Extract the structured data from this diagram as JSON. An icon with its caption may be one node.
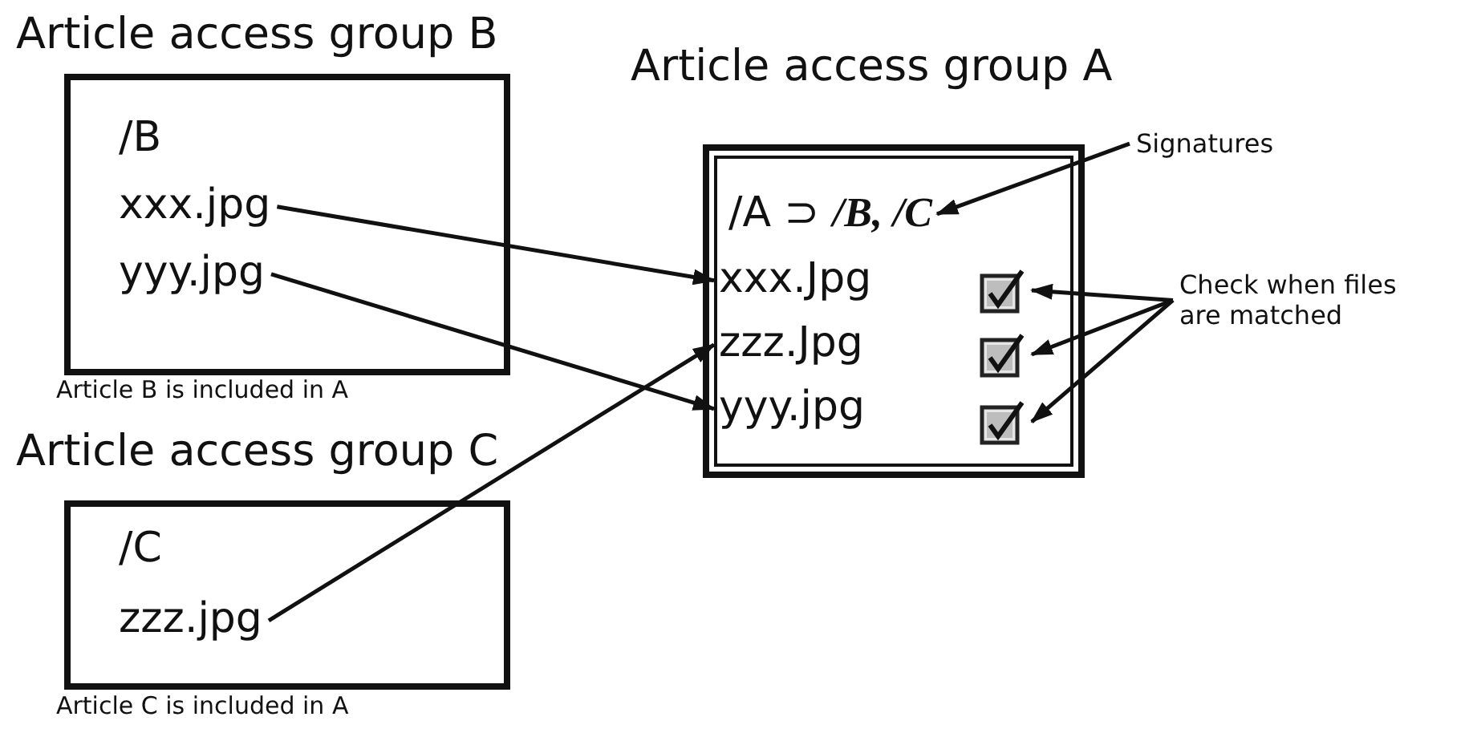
{
  "diagram": {
    "nodes": [
      {
        "text": [
          "Article access group B",
          "/B"
        ],
        "beside": [
          "Article B is included in A"
        ]
      },
      {
        "text": [
          "xxx.jpg"
        ],
        "in": 0
      },
      {
        "text": [
          "yyy.jpg"
        ],
        "in": 0
      },
      {
        "text": [
          "Article access group C",
          "/C"
        ],
        "beside": [
          "Article C is included in A"
        ]
      },
      {
        "text": [
          "zzz.jpg"
        ],
        "in": 3
      },
      {
        "text": [
          "Article access group A",
          "/A ⊃ **/B, /C**"
        ]
      },
      {
        "text": [
          "xxx.Jpg"
        ],
        "in": 5
      },
      {
        "text": [
          "zzz.Jpg"
        ],
        "in": 5
      },
      {
        "text": [
          "yyy.jpg"
        ],
        "in": 5
      },
      {
        "text": [],
        "shape": "checkbox",
        "in": 5
      },
      {
        "text": [],
        "shape": "checkbox",
        "in": 5
      },
      {
        "text": [],
        "shape": "checkbox",
        "in": 5
      },
      {
        "text": [
          "Signatures"
        ]
      },
      {
        "text": [
          "Check when files are matched"
        ]
      }
    ],
    "edges": [
      {
        "from": 1,
        "to": 6,
        "arrow": "to"
      },
      {
        "from": 2,
        "to": 8,
        "arrow": "to"
      },
      {
        "from": 4,
        "to": 7,
        "arrow": "to"
      },
      {
        "from": 12,
        "to": 5,
        "arrow": "to"
      },
      {
        "from": 13,
        "to": 9,
        "arrow": "to"
      },
      {
        "from": 13,
        "to": 10,
        "arrow": "to"
      },
      {
        "from": 13,
        "to": 11,
        "arrow": "to"
      }
    ]
  }
}
